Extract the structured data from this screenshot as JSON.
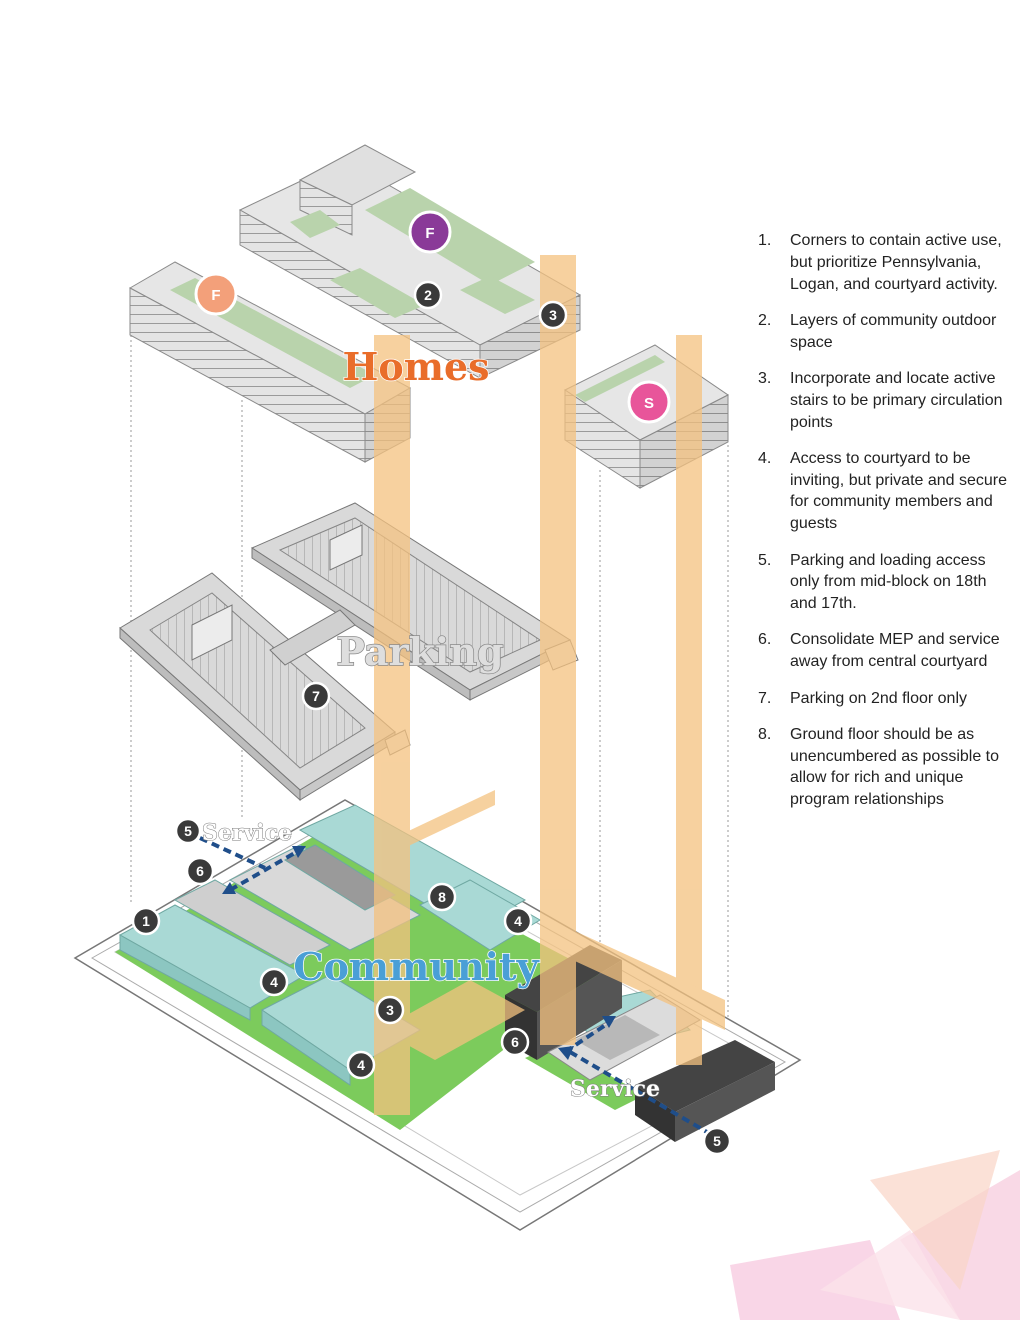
{
  "labels": {
    "homes": "Homes",
    "parking": "Parking",
    "community": "Community",
    "service_top": "Service",
    "service_bottom": "Service"
  },
  "badges": {
    "family_1": "F",
    "family_2": "F",
    "senior": "S",
    "marker_1": "1",
    "marker_2": "2",
    "marker_3_top": "3",
    "marker_3_ground": "3",
    "marker_4_a": "4",
    "marker_4_b": "4",
    "marker_4_c": "4",
    "marker_5_a": "5",
    "marker_5_b": "5",
    "marker_6_a": "6",
    "marker_6_b": "6",
    "marker_7": "7",
    "marker_8": "8"
  },
  "notes": [
    {
      "num": "1.",
      "text": "Corners to contain active use, but prioritize Pennsylvania, Logan, and courtyard activity."
    },
    {
      "num": "2.",
      "text": "Layers of community outdoor space"
    },
    {
      "num": "3.",
      "text": "Incorporate and locate active stairs to be primary circulation points"
    },
    {
      "num": "4.",
      "text": "Access to courtyard to be inviting, but private and secure for community members and guests"
    },
    {
      "num": "5.",
      "text": "Parking and loading access only from mid-block on 18th and 17th."
    },
    {
      "num": "6.",
      "text": "Consolidate MEP and service away from central courtyard"
    },
    {
      "num": "7.",
      "text": "Parking on 2nd floor only"
    },
    {
      "num": "8.",
      "text": "Ground floor should be as unencumbered as possible to allow for rich and unique program relationships"
    }
  ],
  "colors": {
    "building_gray": "#e3e3e3",
    "building_side": "#cfcfcf",
    "green_roof": "#b9d3ac",
    "ground_green": "#7ccb5c",
    "community_teal": "#a9d9d5",
    "stair_orange": "#f4c27f",
    "homes_label": "#e96d2a",
    "community_label": "#4a9fd6",
    "family_badge_orange": "#f3a07a",
    "family_badge_purple": "#8a3a98",
    "senior_badge": "#e8559a",
    "marker_dark": "#3a3a3a",
    "arrow_blue": "#1f4e8a",
    "service_block": "#555555"
  }
}
